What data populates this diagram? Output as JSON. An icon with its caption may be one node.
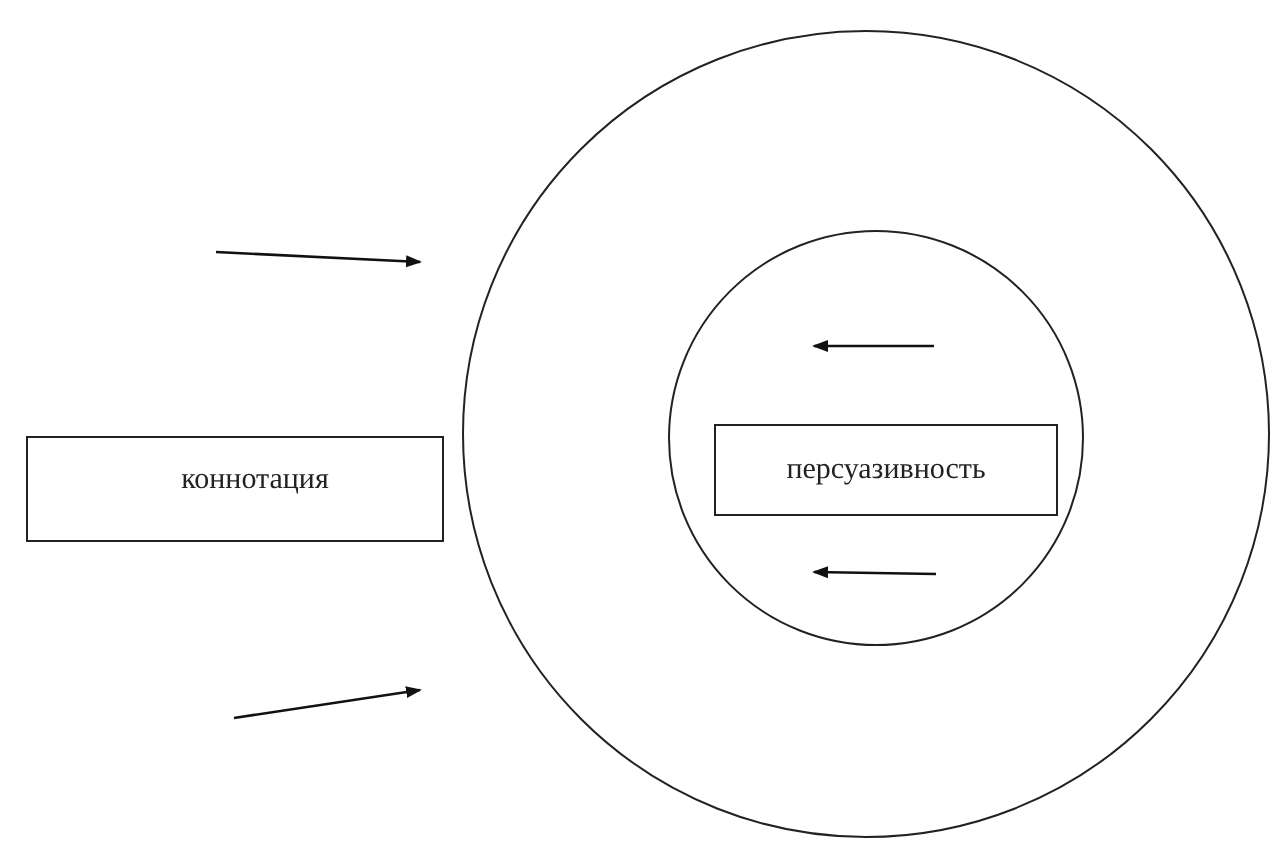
{
  "diagram": {
    "nodes": [
      {
        "text": [
          "коннотация"
        ]
      },
      {
        "text": [],
        "shape": "circle"
      },
      {
        "text": [],
        "shape": "circle",
        "in": 1
      },
      {
        "text": [
          "персуазивность"
        ],
        "in": 2
      }
    ]
  }
}
